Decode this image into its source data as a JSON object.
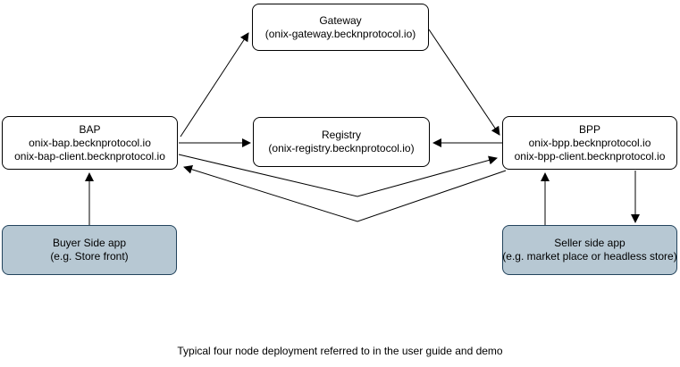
{
  "diagram": {
    "nodes": {
      "gateway": {
        "lines": [
          "Gateway",
          "(onix-gateway.becknprotocol.io)"
        ]
      },
      "bap": {
        "lines": [
          "BAP",
          "onix-bap.becknprotocol.io",
          "onix-bap-client.becknprotocol.io"
        ]
      },
      "registry": {
        "lines": [
          "Registry",
          "(onix-registry.becknprotocol.io)"
        ]
      },
      "bpp": {
        "lines": [
          "BPP",
          "onix-bpp.becknprotocol.io",
          "onix-bpp-client.becknprotocol.io"
        ]
      },
      "buyer_app": {
        "lines": [
          "Buyer Side app",
          "(e.g. Store front)"
        ]
      },
      "seller_app": {
        "lines": [
          "Seller side app",
          "(e.g. market place or headless store)"
        ]
      }
    },
    "edges": [
      {
        "from": "bap",
        "to": "gateway"
      },
      {
        "from": "gateway",
        "to": "bpp"
      },
      {
        "from": "bap",
        "to": "registry"
      },
      {
        "from": "bpp",
        "to": "registry"
      },
      {
        "from": "bap",
        "to": "bpp"
      },
      {
        "from": "bpp",
        "to": "bap"
      },
      {
        "from": "buyer_app",
        "to": "bap"
      },
      {
        "from": "seller_app",
        "to": "bpp"
      },
      {
        "from": "bpp",
        "to": "seller_app"
      }
    ],
    "caption": "Typical four node deployment referred to in the user guide and demo",
    "colors": {
      "node_fill": "#ffffff",
      "node_stroke": "#000000",
      "app_fill": "#b7c8d3",
      "app_stroke": "#23445d",
      "arrow": "#000000"
    }
  }
}
